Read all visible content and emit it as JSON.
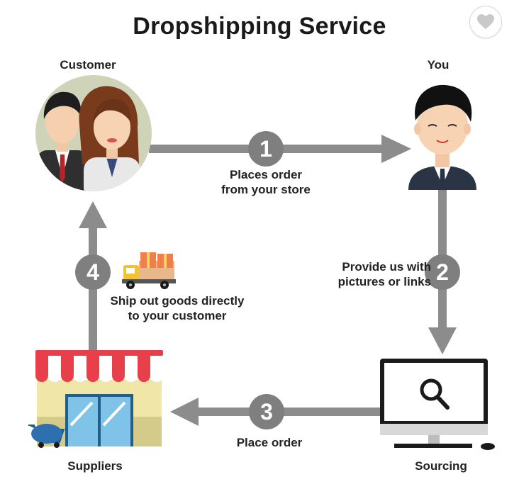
{
  "title": "Dropshipping Service",
  "favorite_icon": "heart-icon",
  "nodes": {
    "customer": "Customer",
    "you": "You",
    "suppliers": "Suppliers",
    "sourcing": "Sourcing"
  },
  "steps": [
    {
      "number": "1",
      "label_line1": "Places order",
      "label_line2": "from your store"
    },
    {
      "number": "2",
      "label_line1": "Provide us with",
      "label_line2": "pictures or links"
    },
    {
      "number": "3",
      "label_line1": "Place order",
      "label_line2": ""
    },
    {
      "number": "4",
      "label_line1": "Ship out goods directly",
      "label_line2": "to your customer"
    }
  ],
  "colors": {
    "arrow": "#8c8c8c",
    "step_circle": "#7f7f7f",
    "awning_red": "#e8404a",
    "store_wall": "#f0e6a8",
    "suit": "#2b3445"
  }
}
